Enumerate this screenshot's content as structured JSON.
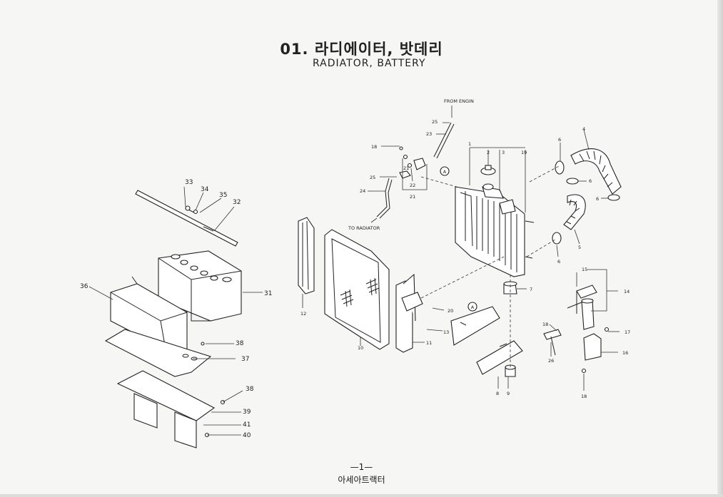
{
  "header": {
    "number": "01.",
    "title_ko": "라디에이터, 밧데리",
    "title_en": "RADIATOR, BATTERY"
  },
  "footer": {
    "page": "—1—",
    "product": "아세아트랙터"
  },
  "annotations": {
    "from_engine": "FROM  ENGIN",
    "to_radiator": "TO RADIATOR",
    "ref_a": "A"
  },
  "callouts": [
    "1",
    "2",
    "3",
    "4",
    "5",
    "6",
    "6",
    "6",
    "6",
    "7",
    "8",
    "9",
    "10",
    "11",
    "12",
    "13",
    "14",
    "15",
    "16",
    "17",
    "18",
    "18",
    "18",
    "19",
    "20",
    "21",
    "21",
    "22",
    "23",
    "24",
    "25",
    "25",
    "26",
    "31",
    "32",
    "33",
    "34",
    "35",
    "36",
    "37",
    "38",
    "38",
    "39",
    "41",
    "40"
  ]
}
